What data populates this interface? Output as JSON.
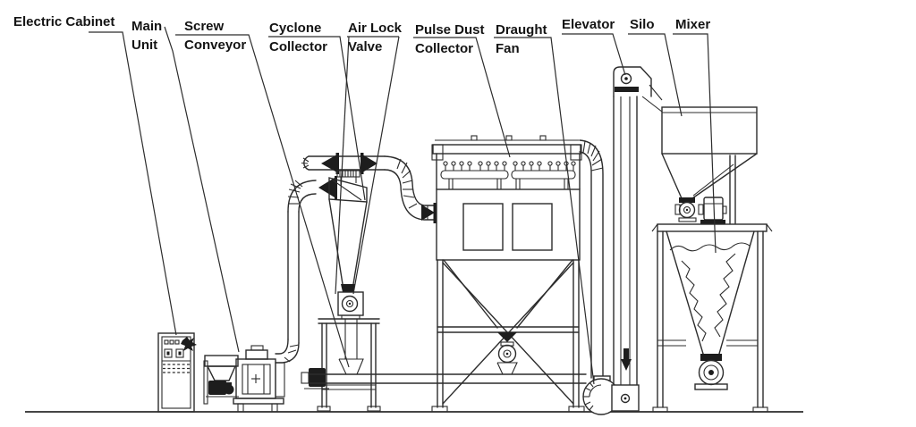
{
  "diagram": {
    "type": "industrial-process-line-drawing",
    "colors": {
      "ink": "#2c2c2c",
      "dark_fill": "#1d1d1d",
      "background": "#ffffff"
    },
    "labels": {
      "electric_cabinet": {
        "line1": "Electric Cabinet",
        "line2": ""
      },
      "main_unit": {
        "line1": "Main",
        "line2": "Unit"
      },
      "screw_conveyor": {
        "line1": "Screw",
        "line2": "Conveyor"
      },
      "cyclone_collector": {
        "line1": "Cyclone",
        "line2": "Collector"
      },
      "air_lock_valve": {
        "line1": "Air Lock",
        "line2": "Valve"
      },
      "pulse_dust_collector": {
        "line1": "Pulse Dust",
        "line2": "Collector"
      },
      "draught_fan": {
        "line1": "Draught",
        "line2": "Fan"
      },
      "elevator": {
        "line1": "Elevator",
        "line2": ""
      },
      "silo": {
        "line1": "Silo",
        "line2": ""
      },
      "mixer": {
        "line1": "Mixer",
        "line2": ""
      }
    }
  }
}
